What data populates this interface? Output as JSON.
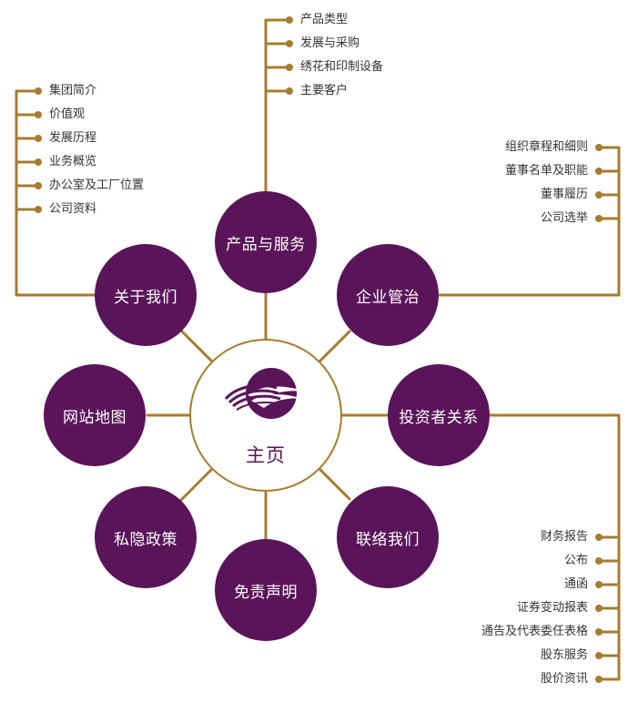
{
  "colors": {
    "node": "#5a1459",
    "line": "#a67c2e",
    "text": "#333333",
    "center_label": "#5a1459"
  },
  "center": {
    "logo": "company-logo",
    "label": "主页"
  },
  "nodes": {
    "products": "产品与服务",
    "about": "关于我们",
    "governance": "企业管治",
    "sitemap": "网站地图",
    "investors": "投资者关系",
    "privacy": "私隐政策",
    "contact": "联络我们",
    "disclaimer": "免责声明"
  },
  "products_menu": [
    "产品类型",
    "发展与采购",
    "绣花和印制设备",
    "主要客户"
  ],
  "about_menu": [
    "集团简介",
    "价值观",
    "发展历程",
    "业务概览",
    "办公室及工厂位置",
    "公司资料"
  ],
  "governance_menu": [
    "组织章程和细则",
    "董事名单及职能",
    "董事履历",
    "公司选举"
  ],
  "investors_menu": [
    "财务报告",
    "公布",
    "通函",
    "证券变动报表",
    "通告及代表委任表格",
    "股东服务",
    "股价资讯"
  ]
}
